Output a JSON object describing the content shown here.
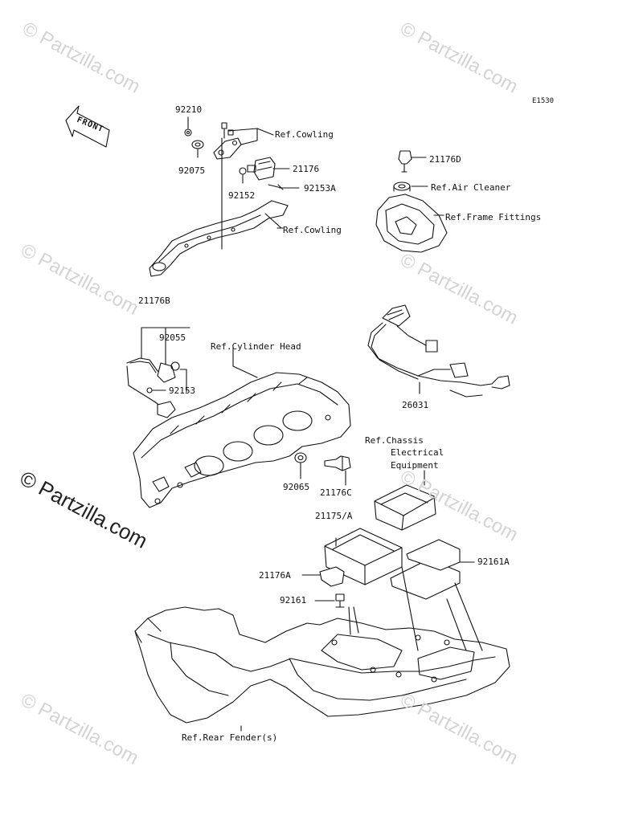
{
  "diagram_code": "E1530",
  "front_label": "FRONT",
  "watermarks": {
    "small": "© Partzilla.com",
    "large": "© Partzilla.com"
  },
  "labels": {
    "p92210": "92210",
    "p92075": "92075",
    "ref_cowling_1": "Ref.Cowling",
    "p21176": "21176",
    "p92152": "92152",
    "p92153A": "92153A",
    "ref_cowling_2": "Ref.Cowling",
    "p21176D": "21176D",
    "ref_air_cleaner": "Ref.Air Cleaner",
    "ref_frame_fittings": "Ref.Frame Fittings",
    "p21176B": "21176B",
    "p92055": "92055",
    "ref_cylinder_head": "Ref.Cylinder Head",
    "p92153": "92153",
    "p26031": "26031",
    "ref_chassis_1": "Ref.Chassis",
    "ref_chassis_2": "Electrical",
    "ref_chassis_3": "Equipment",
    "p92065": "92065",
    "p21176C": "21176C",
    "p21175A": "21175/A",
    "p92161A": "92161A",
    "p21176A": "21176A",
    "p92161": "92161",
    "ref_rear_fender": "Ref.Rear Fender(s)"
  }
}
